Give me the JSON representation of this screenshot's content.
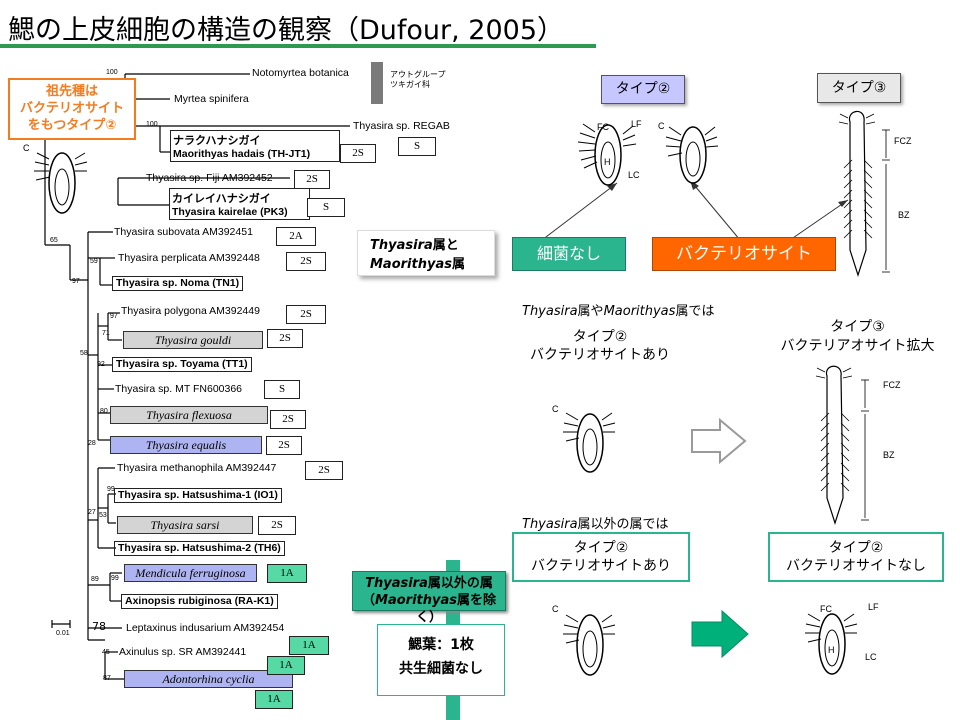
{
  "title": "鰓の上皮細胞の構造の観察（Dufour, 2005）",
  "colors": {
    "accent_green": "#2e9a4f",
    "orange": "#f47c20",
    "cell_green": "#2bb58f",
    "lavender": "#c7c7ff",
    "arrow_green": "#00b07a"
  },
  "ancestor_box": "祖先種は\nバクテリオサイト\nをもつタイプ②",
  "outgroup_label": "アウトグループ\nツキガイ科",
  "bootstrap": {
    "b100a": "100",
    "b100b": "100",
    "b65": "65",
    "b97": "97",
    "b59": "59",
    "b97b": "97",
    "b71": "71",
    "b58": "58",
    "b92": "92",
    "b80": "80",
    "b28": "28",
    "b99": "99",
    "b27": "27",
    "b53": "53",
    "b99b": "99",
    "b89": "89",
    "b78": "78",
    "b45": "45",
    "b87": "87"
  },
  "scale_label": "0.01",
  "taxa": {
    "t1": "Notomyrtea botanica",
    "t2": "Myrtea spinifera",
    "t3": "Thyasira sp. REGAB",
    "t4a": "ナラクハナシガイ",
    "t4b": "Maorithyas hadais (TH-JT1)",
    "t5": "Thyasira sp. Fiji AM392452",
    "t6a": "カイレイハナシガイ",
    "t6b": "Thyasira kairelae (PK3)",
    "t7": "Thyasira subovata AM392451",
    "t8": "Thyasira perplicata AM392448",
    "t9": "Thyasira sp. Noma (TN1)",
    "t10": "Thyasira polygona AM392449",
    "t11": "Thyasira gouldi",
    "t12": "Thyasira sp. Toyama (TT1)",
    "t13": "Thyasira sp. MT  FN600366",
    "t14": "Thyasira flexuosa",
    "t15": "Thyasira equalis",
    "t16": "Thyasira methanophila AM392447",
    "t17": "Thyasira sp. Hatsushima-1 (IO1)",
    "t18": "Thyasira sarsi",
    "t19": "Thyasira sp. Hatsushima-2 (TH6)",
    "t20": "Mendicula ferruginosa",
    "t21": "Axinopsis rubiginosa (RA-K1)",
    "t22": "Leptaxinus indusarium AM392454",
    "t23": "Axinulus sp. SR AM392441",
    "t24": "Adontorhina cyclia"
  },
  "tags": {
    "g1": "S",
    "g2": "2S",
    "g3": "2S",
    "g4": "S",
    "g5": "2A",
    "g6": "2S",
    "g7": "2S",
    "g8": "2S",
    "g9": "S",
    "g10": "2S",
    "g11": "2S",
    "g12": "2S",
    "g13": "2S",
    "g14": "1A",
    "g15": "1A",
    "g16": "1A",
    "g17": "1A"
  },
  "genus_box": {
    "a": "Thyasira",
    "b": "属と",
    "c": "Maorithyas",
    "d": "属"
  },
  "type2": "タイプ②",
  "type3": "タイプ③",
  "no_bacteria": "細菌なし",
  "bacteriocyte": "バクテリオサイト",
  "heading1": {
    "a": "Thyasira",
    "b": "属や",
    "c": "Maorithyas",
    "d": "属では"
  },
  "cap_type2": "タイプ②",
  "cap_type2b": "バクテリオサイトあり",
  "cap_type3": "タイプ③",
  "cap_type3b": "バクテリアオサイト拡大",
  "heading2": {
    "a": "Thyasira",
    "b": "属以外の属では"
  },
  "box_left": {
    "l1": "タイプ②",
    "l2": "バクテリオサイトあり"
  },
  "box_right": {
    "l1": "タイプ②",
    "l2": "バクテリオサイトなし"
  },
  "other_genus": {
    "a": "Thyasira",
    "b": "属以外の属",
    "c": "（",
    "d": "Maorithyas",
    "e": "属を除く）"
  },
  "gill_box": {
    "l1": "鰓葉：1枚",
    "l2": "共生細菌なし"
  },
  "zone": {
    "fcz": "FCZ",
    "bz": "BZ",
    "fc": "FC",
    "lf": "LF",
    "lc": "LC",
    "c": "C",
    "h": "H"
  }
}
